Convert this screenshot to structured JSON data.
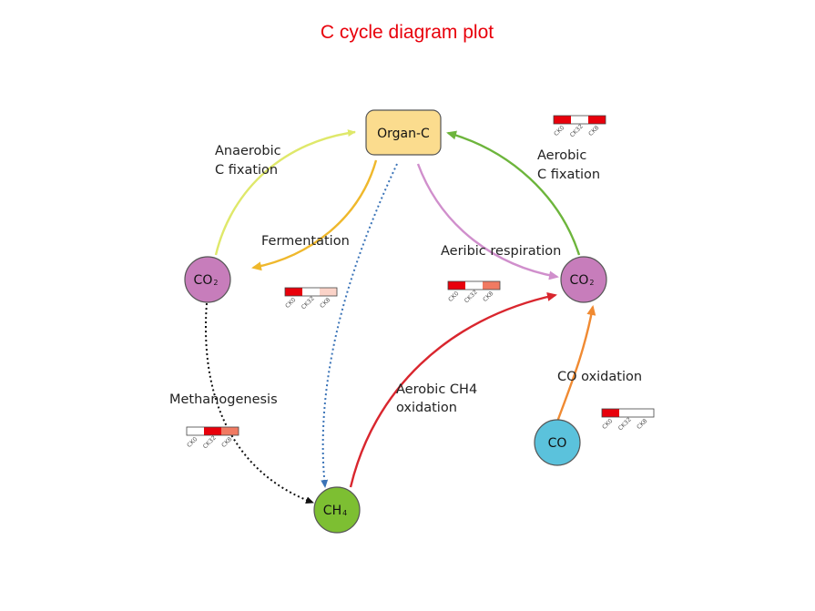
{
  "title": "C cycle diagram plot",
  "colors": {
    "title": "#e8000b",
    "node_organc": "#fbdc8e",
    "node_co2": "#c77dbb",
    "node_ch4": "#7dbf32",
    "node_co": "#5bc2dc",
    "arrow_anaerobic_fix": "#dfe86a",
    "arrow_aerobic_fix": "#6db53c",
    "arrow_fermentation": "#efb82c",
    "arrow_aerobic_resp": "#d08fcc",
    "arrow_methanogenesis": "#111111",
    "arrow_dotted_blue": "#3a73b7",
    "arrow_ch4_ox": "#d9262e",
    "arrow_co_ox": "#f08a32",
    "heat_strong": "#e8000b",
    "heat_medium": "#f07a62",
    "heat_light": "#fbd3c8",
    "heat_none": "#ffffff"
  },
  "nodes": {
    "organ_c": {
      "label": "Organ-C"
    },
    "co2_left": {
      "label": "CO",
      "sub": "2"
    },
    "co2_right": {
      "label": "CO",
      "sub": "2"
    },
    "ch4": {
      "label": "CH",
      "sub": "4"
    },
    "co": {
      "label": "CO"
    }
  },
  "processes": {
    "anaerobic_fix_1": "Anaerobic",
    "anaerobic_fix_2": "C fixation",
    "aerobic_fix_1": "Aerobic",
    "aerobic_fix_2": "C fixation",
    "fermentation": "Fermentation",
    "aerobic_resp": "Aeribic respiration",
    "methanogenesis": "Methanogenesis",
    "ch4_ox_1": "Aerobic CH4",
    "ch4_ox_2": "oxidation",
    "co_ox": "CO oxidation"
  },
  "heatmap_labels": [
    "CK0",
    "CK32",
    "CK8"
  ],
  "heatmaps": {
    "aerobic_fix": [
      "heat_strong",
      "heat_none",
      "heat_strong"
    ],
    "fermentation": [
      "heat_strong",
      "heat_none",
      "heat_light"
    ],
    "aerobic_resp": [
      "heat_strong",
      "heat_none",
      "heat_medium"
    ],
    "methanogenesis": [
      "heat_none",
      "heat_strong",
      "heat_medium"
    ],
    "co_ox": [
      "heat_strong",
      "heat_none",
      "heat_none"
    ]
  }
}
